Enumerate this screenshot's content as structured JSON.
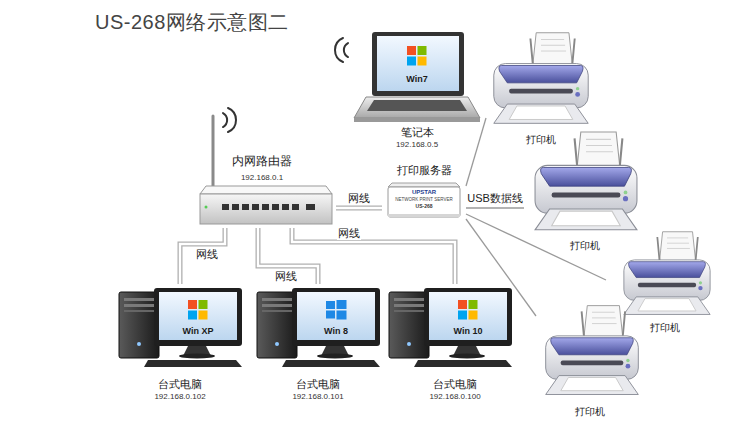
{
  "diagram": {
    "title": "US-268网络示意图二",
    "nodes": [
      {
        "text": [
          "Win7",
          "笔记本",
          "192.168.0.5"
        ]
      },
      {
        "text": [
          "打印机"
        ]
      },
      {
        "text": [
          "内网路由器",
          "192.168.0.1"
        ]
      },
      {
        "text": [
          "打印服务器",
          "UPSTAR",
          "NETWORK PRINT SERVER",
          "US-268"
        ]
      },
      {
        "text": [
          "打印机"
        ]
      },
      {
        "text": [
          "打印机"
        ]
      },
      {
        "text": [
          "打印机"
        ]
      },
      {
        "text": [
          "Win XP",
          "台式电脑",
          "192.168.0.102"
        ]
      },
      {
        "text": [
          "Win 8",
          "台式电脑",
          "192.168.0.101"
        ]
      },
      {
        "text": [
          "Win 10",
          "台式电脑",
          "192.168.0.100"
        ]
      }
    ],
    "edges": [
      {
        "from": 2,
        "to": 3,
        "arrow": "none",
        "label": "网线"
      },
      {
        "from": 3,
        "to": 1,
        "arrow": "none"
      },
      {
        "from": 3,
        "to": 4,
        "arrow": "none",
        "label": "USB数据线"
      },
      {
        "from": 3,
        "to": 5,
        "arrow": "none"
      },
      {
        "from": 3,
        "to": 6,
        "arrow": "none"
      },
      {
        "from": 2,
        "to": 7,
        "arrow": "none",
        "label": "网线"
      },
      {
        "from": 2,
        "to": 8,
        "arrow": "none",
        "label": "网线"
      },
      {
        "from": 2,
        "to": 9,
        "arrow": "none",
        "label": "网线"
      }
    ]
  }
}
